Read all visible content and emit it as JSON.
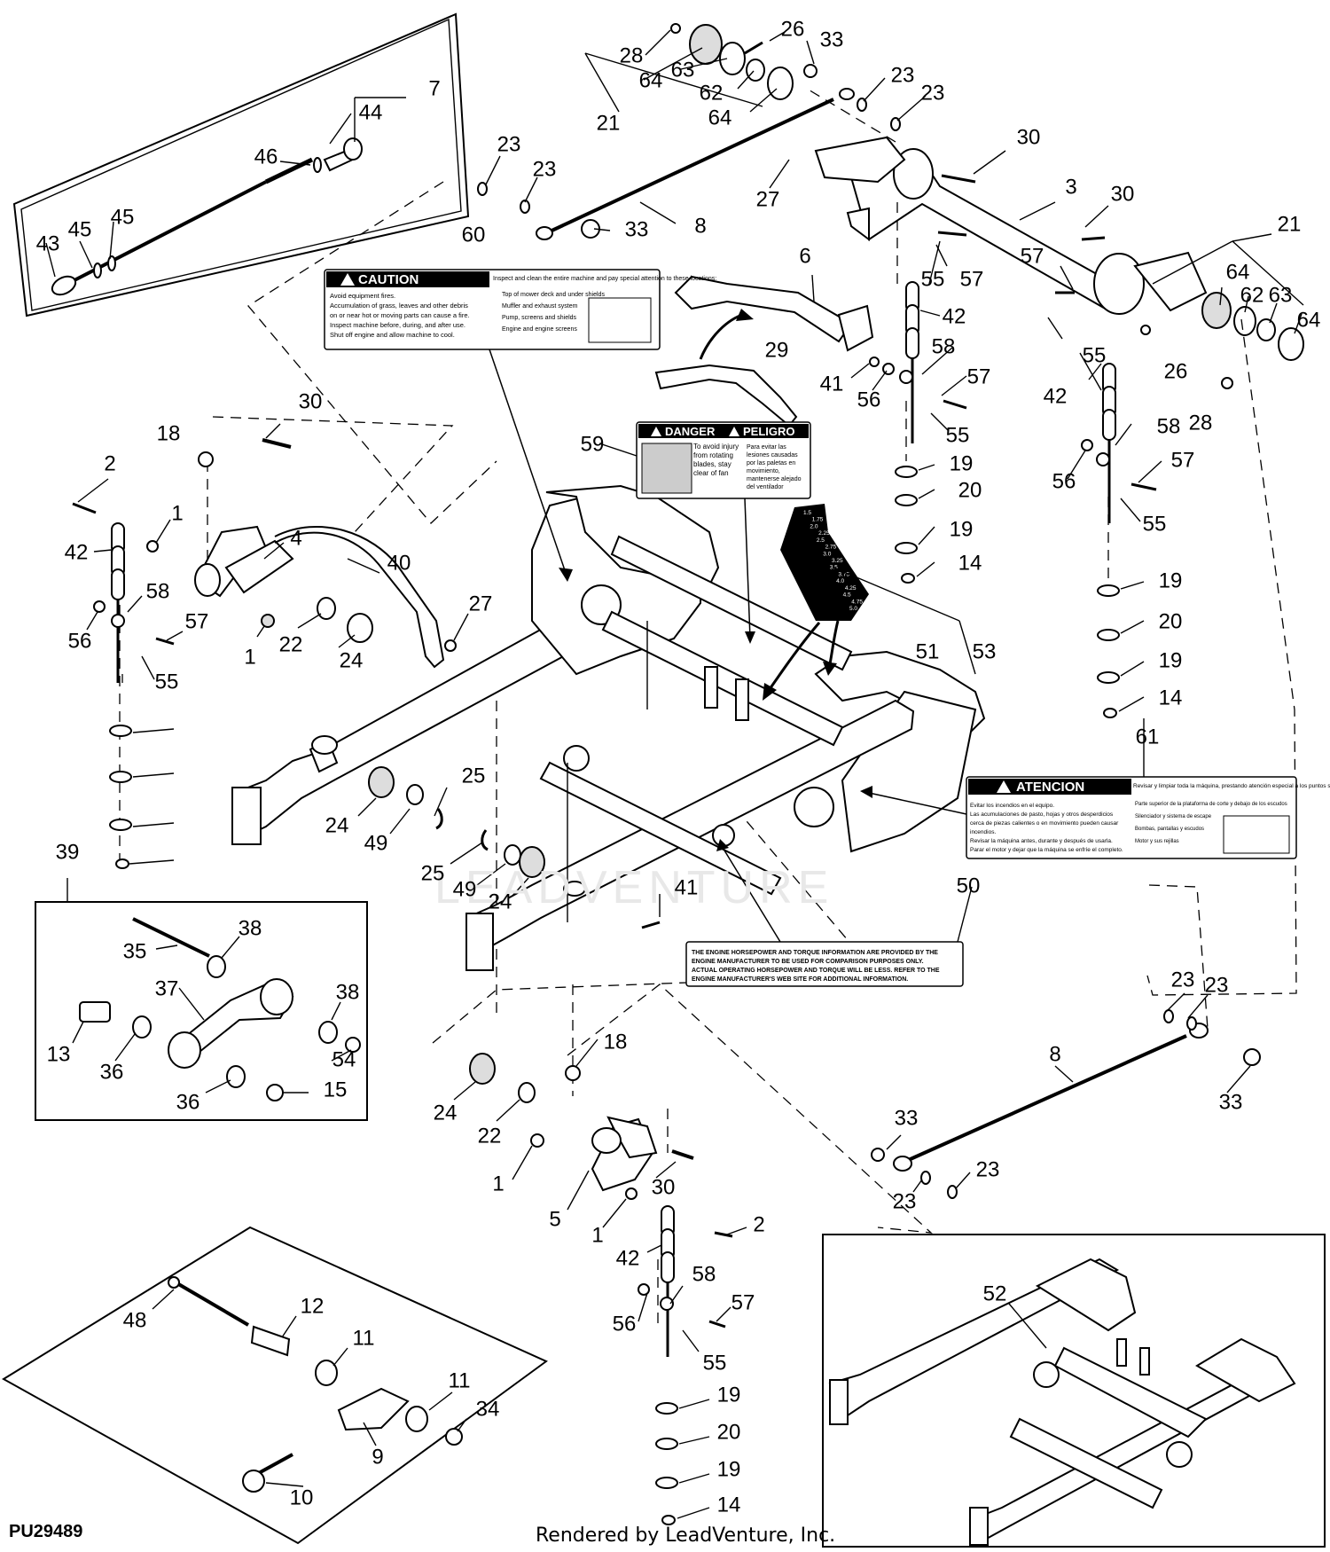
{
  "diagram_code": "PU29489",
  "footer_credit": "Rendered by LeadVenture, Inc.",
  "watermark": "LEADVENTURE",
  "callouts": [
    {
      "id": "c7",
      "text": "7"
    },
    {
      "id": "c44",
      "text": "44"
    },
    {
      "id": "c46",
      "text": "46"
    },
    {
      "id": "c43",
      "text": "43"
    },
    {
      "id": "c45a",
      "text": "45"
    },
    {
      "id": "c45b",
      "text": "45"
    },
    {
      "id": "c28a",
      "text": "28"
    },
    {
      "id": "c26a",
      "text": "26"
    },
    {
      "id": "c33a",
      "text": "33"
    },
    {
      "id": "c64a",
      "text": "64"
    },
    {
      "id": "c63a",
      "text": "63"
    },
    {
      "id": "c62a",
      "text": "62"
    },
    {
      "id": "c64b",
      "text": "64"
    },
    {
      "id": "c21a",
      "text": "21"
    },
    {
      "id": "c23a",
      "text": "23"
    },
    {
      "id": "c23b",
      "text": "23"
    },
    {
      "id": "c30a",
      "text": "30"
    },
    {
      "id": "c23c",
      "text": "23"
    },
    {
      "id": "c23d",
      "text": "23"
    },
    {
      "id": "c27a",
      "text": "27"
    },
    {
      "id": "c3",
      "text": "3"
    },
    {
      "id": "c30b",
      "text": "30"
    },
    {
      "id": "c21b",
      "text": "21"
    },
    {
      "id": "c8a",
      "text": "8"
    },
    {
      "id": "c33b",
      "text": "33"
    },
    {
      "id": "c60",
      "text": "60"
    },
    {
      "id": "c6",
      "text": "6"
    },
    {
      "id": "c57a",
      "text": "57"
    },
    {
      "id": "c55a",
      "text": "55"
    },
    {
      "id": "c57b",
      "text": "57"
    },
    {
      "id": "c64c",
      "text": "64"
    },
    {
      "id": "c62b",
      "text": "62"
    },
    {
      "id": "c63b",
      "text": "63"
    },
    {
      "id": "c64d",
      "text": "64"
    },
    {
      "id": "c42a",
      "text": "42"
    },
    {
      "id": "c29",
      "text": "29"
    },
    {
      "id": "c58a",
      "text": "58"
    },
    {
      "id": "c41a",
      "text": "41"
    },
    {
      "id": "c56a",
      "text": "56"
    },
    {
      "id": "c57c",
      "text": "57"
    },
    {
      "id": "c55b",
      "text": "55"
    },
    {
      "id": "c55c",
      "text": "55"
    },
    {
      "id": "c26b",
      "text": "26"
    },
    {
      "id": "c42b",
      "text": "42"
    },
    {
      "id": "c28b",
      "text": "28"
    },
    {
      "id": "c58b",
      "text": "58"
    },
    {
      "id": "c57d",
      "text": "57"
    },
    {
      "id": "c56b",
      "text": "56"
    },
    {
      "id": "c55d",
      "text": "55"
    },
    {
      "id": "c19a",
      "text": "19"
    },
    {
      "id": "c20a",
      "text": "20"
    },
    {
      "id": "c19b",
      "text": "19"
    },
    {
      "id": "c14a",
      "text": "14"
    },
    {
      "id": "c19c",
      "text": "19"
    },
    {
      "id": "c20b",
      "text": "20"
    },
    {
      "id": "c19d",
      "text": "19"
    },
    {
      "id": "c14b",
      "text": "14"
    },
    {
      "id": "c30c",
      "text": "30"
    },
    {
      "id": "c18a",
      "text": "18"
    },
    {
      "id": "c59",
      "text": "59"
    },
    {
      "id": "c2a",
      "text": "2"
    },
    {
      "id": "c1a",
      "text": "1"
    },
    {
      "id": "c4",
      "text": "4"
    },
    {
      "id": "c42c",
      "text": "42"
    },
    {
      "id": "c40",
      "text": "40"
    },
    {
      "id": "c58c",
      "text": "58"
    },
    {
      "id": "c57e",
      "text": "57"
    },
    {
      "id": "c56c",
      "text": "56"
    },
    {
      "id": "c27b",
      "text": "27"
    },
    {
      "id": "c1b",
      "text": "1"
    },
    {
      "id": "c22a",
      "text": "22"
    },
    {
      "id": "c24a",
      "text": "24"
    },
    {
      "id": "c55e",
      "text": "55"
    },
    {
      "id": "c51",
      "text": "51"
    },
    {
      "id": "c53",
      "text": "53"
    },
    {
      "id": "c61",
      "text": "61"
    },
    {
      "id": "c19e",
      "text": "19"
    },
    {
      "id": "c20c",
      "text": "20"
    },
    {
      "id": "c19f",
      "text": "19"
    },
    {
      "id": "c14c",
      "text": "14"
    },
    {
      "id": "c25a",
      "text": "25"
    },
    {
      "id": "c24b",
      "text": "24"
    },
    {
      "id": "c49a",
      "text": "49"
    },
    {
      "id": "c39",
      "text": "39"
    },
    {
      "id": "c25b",
      "text": "25"
    },
    {
      "id": "c49b",
      "text": "49"
    },
    {
      "id": "c24c",
      "text": "24"
    },
    {
      "id": "c41b",
      "text": "41"
    },
    {
      "id": "c50",
      "text": "50"
    },
    {
      "id": "c35",
      "text": "35"
    },
    {
      "id": "c38a",
      "text": "38"
    },
    {
      "id": "c37",
      "text": "37"
    },
    {
      "id": "c38b",
      "text": "38"
    },
    {
      "id": "c13",
      "text": "13"
    },
    {
      "id": "c36a",
      "text": "36"
    },
    {
      "id": "c54",
      "text": "54"
    },
    {
      "id": "c36b",
      "text": "36"
    },
    {
      "id": "c15",
      "text": "15"
    },
    {
      "id": "c23e",
      "text": "23"
    },
    {
      "id": "c23f",
      "text": "23"
    },
    {
      "id": "c8b",
      "text": "8"
    },
    {
      "id": "c33c",
      "text": "33"
    },
    {
      "id": "c18b",
      "text": "18"
    },
    {
      "id": "c24d",
      "text": "24"
    },
    {
      "id": "c22b",
      "text": "22"
    },
    {
      "id": "c1c",
      "text": "1"
    },
    {
      "id": "c30d",
      "text": "30"
    },
    {
      "id": "c5",
      "text": "5"
    },
    {
      "id": "c33d",
      "text": "33"
    },
    {
      "id": "c23g",
      "text": "23"
    },
    {
      "id": "c23h",
      "text": "23"
    },
    {
      "id": "c1d",
      "text": "1"
    },
    {
      "id": "c2b",
      "text": "2"
    },
    {
      "id": "c42d",
      "text": "42"
    },
    {
      "id": "c58d",
      "text": "58"
    },
    {
      "id": "c52",
      "text": "52"
    },
    {
      "id": "c57f",
      "text": "57"
    },
    {
      "id": "c56d",
      "text": "56"
    },
    {
      "id": "c55f",
      "text": "55"
    },
    {
      "id": "c19g",
      "text": "19"
    },
    {
      "id": "c20d",
      "text": "20"
    },
    {
      "id": "c19h",
      "text": "19"
    },
    {
      "id": "c14d",
      "text": "14"
    },
    {
      "id": "c48",
      "text": "48"
    },
    {
      "id": "c12",
      "text": "12"
    },
    {
      "id": "c11a",
      "text": "11"
    },
    {
      "id": "c11b",
      "text": "11"
    },
    {
      "id": "c34",
      "text": "34"
    },
    {
      "id": "c9",
      "text": "9"
    },
    {
      "id": "c10",
      "text": "10"
    }
  ],
  "decals": {
    "caution": {
      "heading": "CAUTION",
      "left_lines": [
        "Avoid equipment fires.",
        "Accumulation of grass, leaves and other debris",
        "on or near hot or moving parts can cause a fire.",
        "Inspect machine before, during, and after use.",
        "Shut off engine and allow machine to cool."
      ],
      "right_heading": "Inspect and clean the entire machine and pay special attention to these locations:",
      "right_items": [
        "Top of mower deck and under shields",
        "Muffler and exhaust system",
        "Pump, screens and shields",
        "Engine and engine screens"
      ]
    },
    "danger": {
      "heading_en": "DANGER",
      "heading_es": "PELIGRO",
      "text_en": [
        "To avoid injury",
        "from rotating",
        "blades, stay",
        "clear of fan"
      ],
      "text_es": [
        "Para evitar las",
        "lesiones causadas",
        "por las paletas en",
        "movimiento,",
        "mantenerse alejado",
        "del ventilador"
      ]
    },
    "atencion": {
      "heading": "ATENCION",
      "left_lines": [
        "Evitar los incendios en el equipo.",
        "Las acumulaciones de pasto, hojas y otros desperdicios",
        "cerca de piezas calientes o en movimiento pueden causar",
        "incendios.",
        "Revisar la máquina antes, durante y después de usarla.",
        "Parar el motor y dejar que la máquina se enfríe el completo."
      ],
      "right_heading": "Revisar y limpiar toda la máquina, prestando atención especial a los puntos siguientes:",
      "right_items": [
        "Parte superior de la plataforma de corte y debajo de los escudos",
        "Silenciador y sistema de escape",
        "Bombas, pantallas y escudos",
        "Motor y sus rejillas"
      ]
    },
    "horsepower": [
      "THE ENGINE HORSEPOWER AND TORQUE INFORMATION ARE PROVIDED BY THE",
      "ENGINE MANUFACTURER TO BE USED FOR COMPARISON PURPOSES ONLY.",
      "ACTUAL OPERATING HORSEPOWER AND TORQUE WILL BE LESS. REFER TO THE",
      "ENGINE MANUFACTURER'S WEB SITE FOR ADDITIONAL INFORMATION."
    ],
    "height_scale": [
      "1.5",
      "1.75",
      "2.0",
      "2.25",
      "2.5",
      "2.75",
      "3.0",
      "3.25",
      "3.5",
      "3.75",
      "4.0",
      "4.25",
      "4.5",
      "4.75",
      "5.0"
    ]
  }
}
